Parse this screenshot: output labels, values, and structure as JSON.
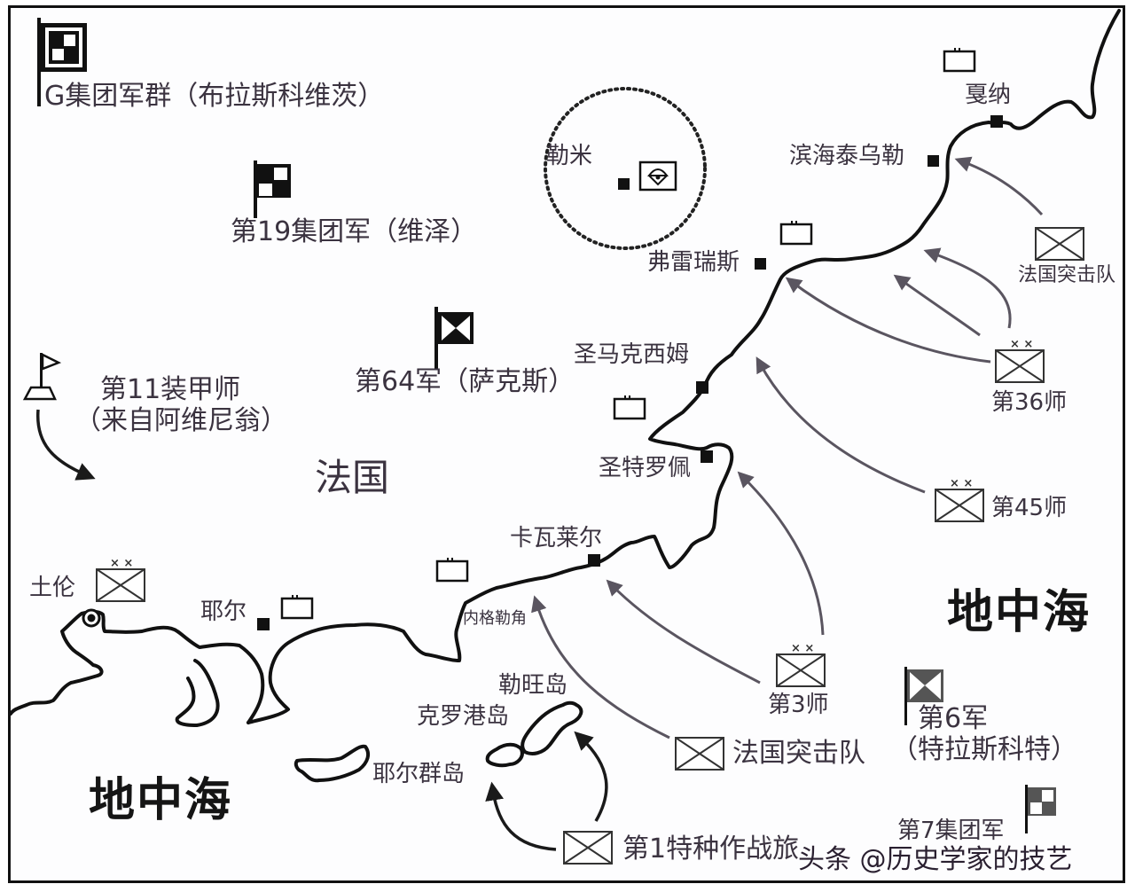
{
  "map": {
    "title": "",
    "country_label": "法国",
    "sea_labels": [
      "地中海",
      "地中海"
    ],
    "watermark": "头条 @历史学家的技艺",
    "colors": {
      "coastline": "#111111",
      "arrow_grey": "#5a5560",
      "arrow_black": "#1a1a1a",
      "text": "#3b3340",
      "background": "#fdfdfe"
    }
  },
  "german_units": {
    "army_group_g": "G集团军群（布拉斯科维茨）",
    "army_19": "第19集团军（维泽）",
    "corps_64": "第64军（萨克斯）",
    "panzer_11_line1": "第11装甲师",
    "panzer_11_line2": "（来自阿维尼翁）"
  },
  "allied_units": {
    "div_36": "第36师",
    "div_45": "第45师",
    "div_3": "第3师",
    "french_commando_1": "法国突击队",
    "french_commando_2": "法国突击队",
    "corps_6_line1": "第6军",
    "corps_6_line2": "（特拉斯科特）",
    "army_7": "第7集团军",
    "ssf_1": "第1特种作战旅",
    "toulon_div_marker": "xx"
  },
  "places": {
    "le_muy": "勒米",
    "cannes": "戛纳",
    "st_raphael": "滨海泰乌勒",
    "frejus": "弗雷瑞斯",
    "ste_maxime": "圣马克西姆",
    "st_tropez": "圣特罗佩",
    "cavalaire": "卡瓦莱尔",
    "cap_negre": "内格勒角",
    "levant": "勒旺岛",
    "port_cros": "克罗港岛",
    "hyeres_islands": "耶尔群岛",
    "hyeres": "耶尔",
    "toulon": "土伦"
  }
}
